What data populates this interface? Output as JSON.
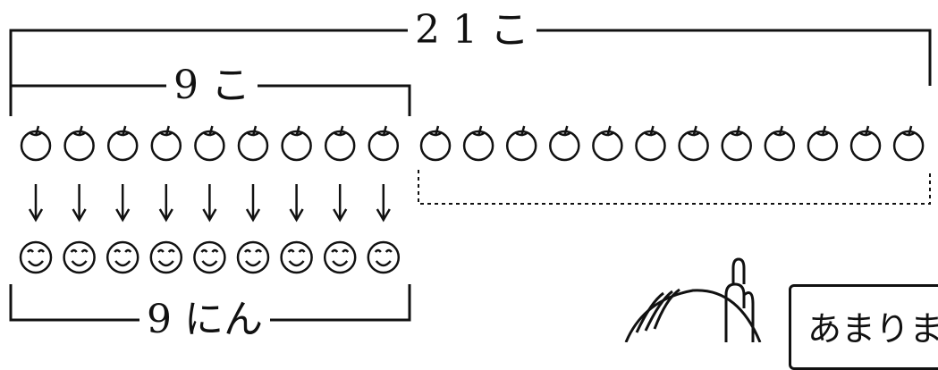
{
  "labels": {
    "total": "2 1 こ",
    "subset": "9 こ",
    "people": "9 にん"
  },
  "counts": {
    "apples_total": 21,
    "apples_given": 9,
    "apples_remaining": 12,
    "people": 9
  },
  "speech_bubble": {
    "text": "あまりま"
  },
  "icons": {
    "apple": "apple-icon",
    "face": "smiling-face-icon",
    "arrow": "down-arrow-icon",
    "character": "pointing-character-icon"
  }
}
